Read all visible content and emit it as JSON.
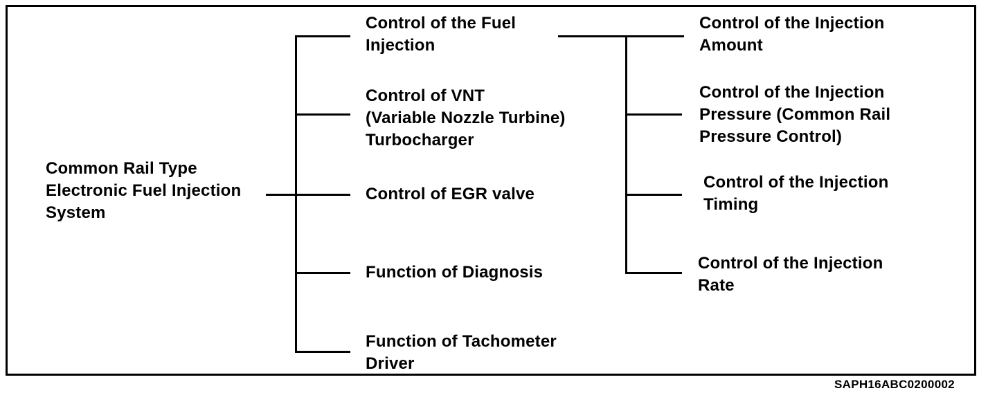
{
  "page": {
    "background_color": "#ffffff",
    "line_color": "#000000",
    "text_color": "#000000"
  },
  "diagram": {
    "root": {
      "label": "Common Rail Type\nElectronic Fuel Injection\nSystem",
      "children": [
        {
          "label": "Control of the Fuel\nInjection",
          "children": [
            {
              "label": "Control of the Injection\nAmount"
            },
            {
              "label": "Control of the Injection\nPressure (Common Rail\nPressure Control)"
            },
            {
              "label": "Control of the Injection\nTiming"
            },
            {
              "label": "Control of the Injection\nRate"
            }
          ]
        },
        {
          "label": "Control of VNT\n(Variable Nozzle Turbine)\nTurbocharger"
        },
        {
          "label": "Control of EGR valve"
        },
        {
          "label": "Function of Diagnosis"
        },
        {
          "label": "Function of Tachometer\nDriver"
        }
      ]
    },
    "figure_code": "SAPH16ABC0200002"
  }
}
